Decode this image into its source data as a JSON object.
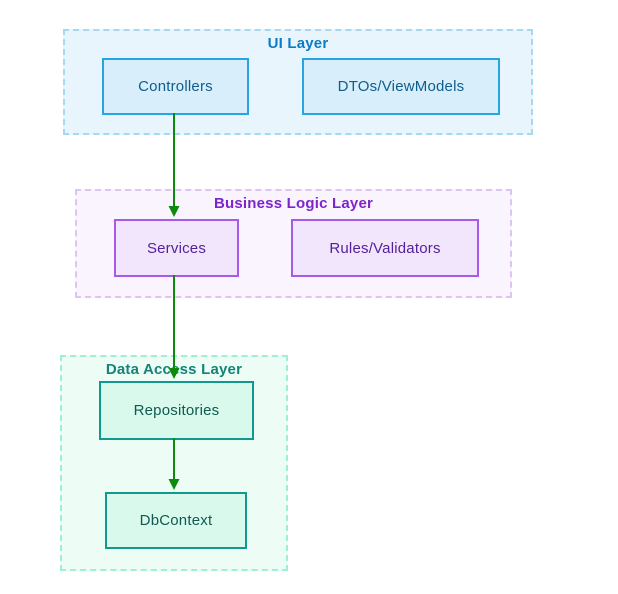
{
  "diagram": {
    "type": "flowchart-layered-architecture",
    "background": "#ffffff",
    "edge_color": "#0b8a0b",
    "layers": [
      {
        "label": "UI Layer",
        "nodes": [
          {
            "label": "Controllers"
          },
          {
            "label": "DTOs/ViewModels"
          }
        ],
        "colors": {
          "container_fill": "#e9f5fd",
          "container_border": "#a5d8f2",
          "label": "#0a7cc4",
          "node_fill": "#d8eefb",
          "node_border": "#28a4e3",
          "node_text": "#0d5d8f"
        }
      },
      {
        "label": "Business Logic Layer",
        "nodes": [
          {
            "label": "Services"
          },
          {
            "label": "Rules/Validators"
          }
        ],
        "colors": {
          "container_fill": "#faf4fe",
          "container_border": "#dcc5f2",
          "label": "#7d25cb",
          "node_fill": "#f2e6fd",
          "node_border": "#a55ae8",
          "node_text": "#55209b"
        }
      },
      {
        "label": "Data Access Layer",
        "nodes": [
          {
            "label": "Repositories"
          },
          {
            "label": "DbContext"
          }
        ],
        "colors": {
          "container_fill": "#eefcf6",
          "container_border": "#9bf0d6",
          "label": "#108578",
          "node_fill": "#d9f9ec",
          "node_border": "#12998f",
          "node_text": "#0f5a50"
        }
      }
    ],
    "edges": [
      {
        "from": "Controllers",
        "to": "Services"
      },
      {
        "from": "Services",
        "to": "Repositories"
      },
      {
        "from": "Repositories",
        "to": "DbContext"
      }
    ]
  }
}
